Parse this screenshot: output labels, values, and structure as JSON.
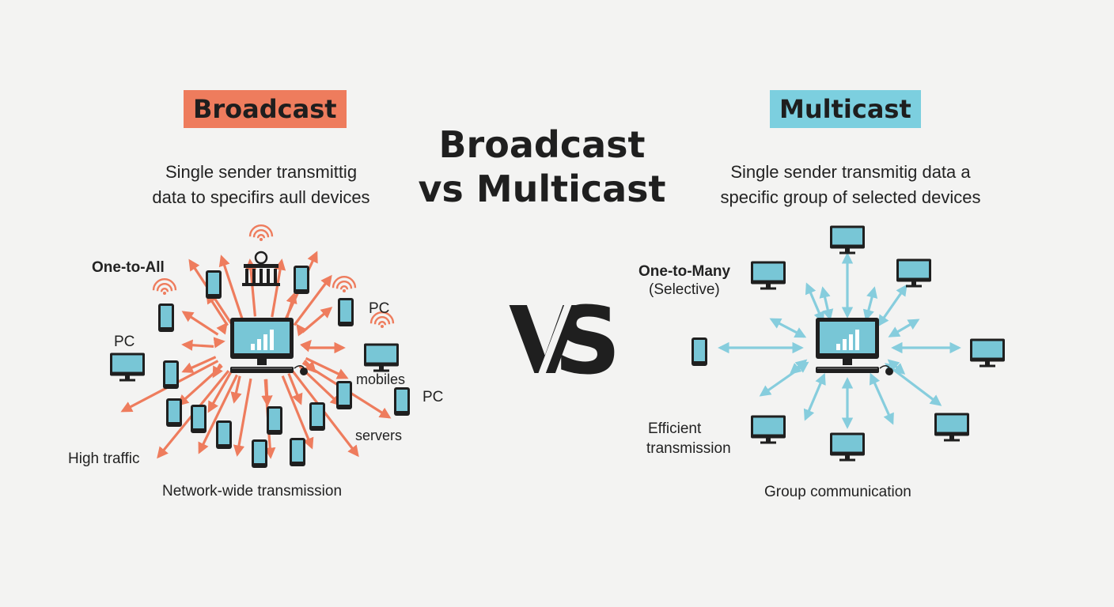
{
  "center_title": {
    "line1": "Broadcast",
    "line2": "vs Multicast"
  },
  "vs_mark": "VS",
  "broadcast": {
    "badge": "Broadcast",
    "badge_color": "#ee7c5d",
    "arrow_color": "#ee7c5d",
    "description_line1": "Single sender transmittig",
    "description_line2": "data to specifirs aull devices",
    "labels": {
      "one_to_all": "One-to-All",
      "pc_left": "PC",
      "pc_top_right": "PC",
      "mobiles": "mobiles",
      "pc_right": "PC",
      "servers": "servers",
      "high_traffic": "High traffic",
      "footer": "Network-wide transmission"
    }
  },
  "multicast": {
    "badge": "Multicast",
    "badge_color": "#7ccfdf",
    "arrow_color": "#86cddd",
    "description_line1": "Single sender transmitig data a",
    "description_line2": "specific group of selected devices",
    "labels": {
      "one_to_many": "One-to-Many",
      "selective": "(Selective)",
      "efficient_line1": "Efficient",
      "efficient_line2": "transmission",
      "footer": "Group communication"
    }
  },
  "icons": {
    "device_screen_color": "#78c6d6",
    "sender": "desktop-computer-with-signal-bars-icon",
    "broadcast_tower": "broadcast-tower-icon",
    "wifi": "wifi-signal-icon",
    "phone": "smartphone-icon",
    "monitor": "monitor-icon"
  }
}
